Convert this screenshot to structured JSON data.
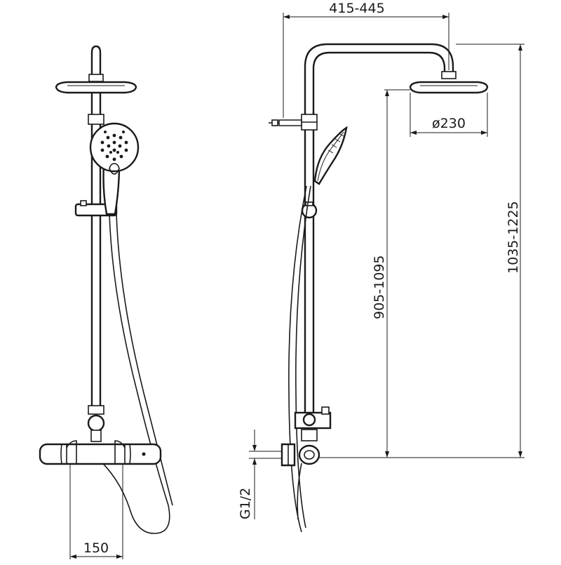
{
  "dimensions": {
    "arm_reach": "415-445",
    "head_diameter": "ø230",
    "outlet_to_head": "905-1095",
    "outlet_to_top": "1035-1225",
    "connection_thread": "G1/2",
    "inlet_spacing": "150"
  },
  "views": [
    "front-view",
    "side-view"
  ]
}
